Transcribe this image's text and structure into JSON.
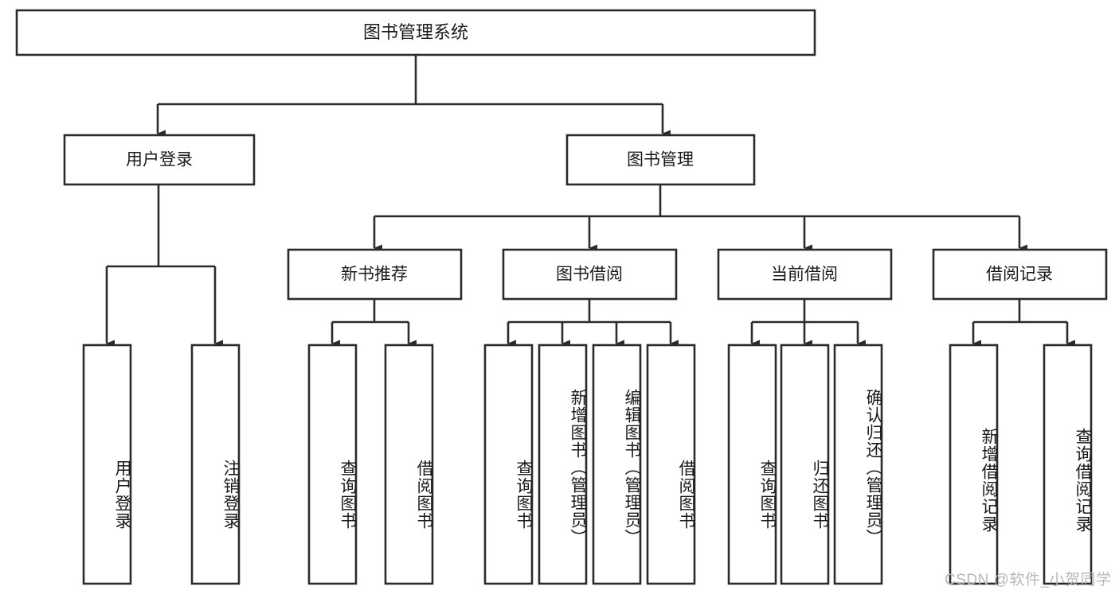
{
  "diagram": {
    "type": "tree",
    "title": "图书管理系统",
    "watermark": "CSDN @软件_小贺同学",
    "colors": {
      "stroke": "#2b2b2b",
      "fill": "#ffffff",
      "text": "#1a1a1a",
      "watermark": "#b8b8b8",
      "background": "#ffffff"
    },
    "nodes": {
      "root": {
        "label": "图书管理系统",
        "orientation": "horizontal"
      },
      "level2": [
        {
          "id": "user-login",
          "label": "用户登录",
          "orientation": "horizontal"
        },
        {
          "id": "book-manage",
          "label": "图书管理",
          "orientation": "horizontal"
        }
      ],
      "level3": [
        {
          "id": "new-book-recommend",
          "label": "新书推荐",
          "orientation": "horizontal"
        },
        {
          "id": "book-borrow",
          "label": "图书借阅",
          "orientation": "horizontal"
        },
        {
          "id": "current-borrow",
          "label": "当前借阅",
          "orientation": "horizontal"
        },
        {
          "id": "borrow-record",
          "label": "借阅记录",
          "orientation": "horizontal"
        }
      ],
      "leaves": [
        {
          "id": "leaf-user-login",
          "label": "用户登录",
          "parent": "user-login",
          "orientation": "vertical"
        },
        {
          "id": "leaf-logout-login",
          "label": "注销登录",
          "parent": "user-login",
          "orientation": "vertical"
        },
        {
          "id": "leaf-query-book-1",
          "label": "查询图书",
          "parent": "new-book-recommend",
          "orientation": "vertical"
        },
        {
          "id": "leaf-borrow-book-1",
          "label": "借阅图书",
          "parent": "new-book-recommend",
          "orientation": "vertical"
        },
        {
          "id": "leaf-query-book-2",
          "label": "查询图书",
          "parent": "book-borrow",
          "orientation": "vertical"
        },
        {
          "id": "leaf-add-book",
          "label": "新增图书（管理员）",
          "parent": "book-borrow",
          "orientation": "vertical"
        },
        {
          "id": "leaf-edit-book",
          "label": "编辑图书（管理员）",
          "parent": "book-borrow",
          "orientation": "vertical"
        },
        {
          "id": "leaf-borrow-book-2",
          "label": "借阅图书",
          "parent": "book-borrow",
          "orientation": "vertical"
        },
        {
          "id": "leaf-query-book-3",
          "label": "查询图书",
          "parent": "current-borrow",
          "orientation": "vertical"
        },
        {
          "id": "leaf-return-book",
          "label": "归还图书",
          "parent": "current-borrow",
          "orientation": "vertical"
        },
        {
          "id": "leaf-confirm-return",
          "label": "确认归还（管理员）",
          "parent": "current-borrow",
          "orientation": "vertical"
        },
        {
          "id": "leaf-add-record",
          "label": "新增借阅记录",
          "parent": "borrow-record",
          "orientation": "vertical"
        },
        {
          "id": "leaf-query-record",
          "label": "查询借阅记录",
          "parent": "borrow-record",
          "orientation": "vertical"
        }
      ]
    }
  }
}
